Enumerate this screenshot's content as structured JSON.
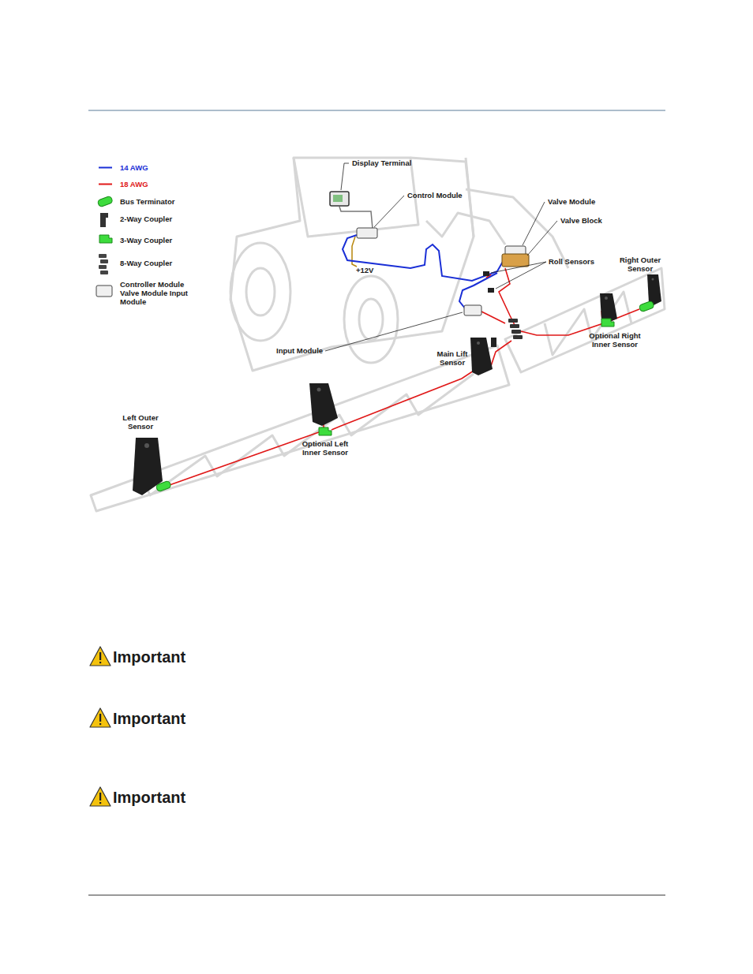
{
  "diagram": {
    "labels": [
      "Display Terminal",
      "Control Module",
      "+12V",
      "Valve Module",
      "Valve Block",
      "Roll Sensors",
      "Right Outer Sensor",
      "Input Module",
      "Main Lift Sensor",
      "Optional Right Inner Sensor",
      "Left Outer Sensor",
      "Optional Left Inner Sensor",
      "Important",
      "Important",
      "Important"
    ],
    "legend": [
      {
        "text": "14 AWG",
        "color": "#1a2fd6"
      },
      {
        "text": "18 AWG",
        "color": "#e01818"
      },
      {
        "text": "Bus Terminator"
      },
      {
        "text": "2-Way Coupler"
      },
      {
        "text": "3-Way Coupler"
      },
      {
        "text": "8-Way Coupler"
      },
      {
        "text": "Controller Module Valve Module Input Module"
      }
    ]
  }
}
